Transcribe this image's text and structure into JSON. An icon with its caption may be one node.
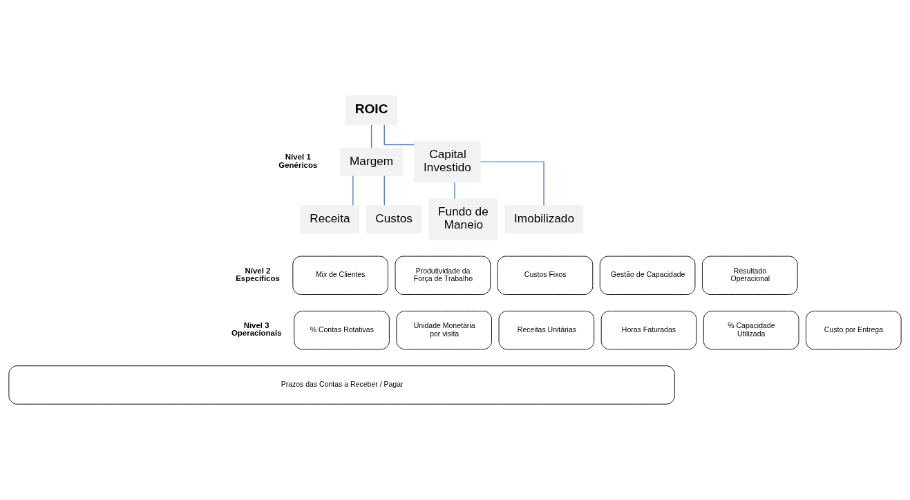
{
  "diagram": {
    "nodes": [
      {
        "text": [
          "ROIC"
        ]
      },
      {
        "text": [
          "Margem"
        ]
      },
      {
        "text": [
          "Capital Investido"
        ]
      },
      {
        "text": [
          "Receita"
        ]
      },
      {
        "text": [
          "Custos"
        ]
      },
      {
        "text": [
          "Fundo de Maneio"
        ]
      },
      {
        "text": [
          "Imobilizado"
        ]
      },
      {
        "text": [
          "*Mix* de Clientes"
        ]
      },
      {
        "text": [
          "Produtividade da Força de Trabalho"
        ]
      },
      {
        "text": [
          "Custos Fixos"
        ]
      },
      {
        "text": [
          "Gestão de Capacidade"
        ]
      },
      {
        "text": [
          "Resultado Operacional"
        ]
      },
      {
        "text": [
          "% Contas Rotativas"
        ]
      },
      {
        "text": [
          "Unidade Monetária por visita"
        ]
      },
      {
        "text": [
          "Receitas Unitárias"
        ]
      },
      {
        "text": [
          "Horas Faturadas"
        ]
      },
      {
        "text": [
          "% Capacidade Utilizada"
        ]
      },
      {
        "text": [
          "Custo por Entrega"
        ]
      },
      {
        "text": [
          "Prazos das Contas a Receber / Pagar"
        ]
      }
    ],
    "edges": [
      {
        "from": 0,
        "to": 1,
        "arrow": "none"
      },
      {
        "from": 0,
        "to": 2,
        "arrow": "none"
      },
      {
        "from": 1,
        "to": 3,
        "arrow": "none"
      },
      {
        "from": 1,
        "to": 4,
        "arrow": "none"
      },
      {
        "from": 2,
        "to": 5,
        "arrow": "none"
      },
      {
        "from": 2,
        "to": 6,
        "arrow": "none"
      }
    ],
    "labels": [
      "Nível 1 Genéricos",
      "Nível 2 Específicos",
      "Nível 3 Operacionais"
    ]
  }
}
